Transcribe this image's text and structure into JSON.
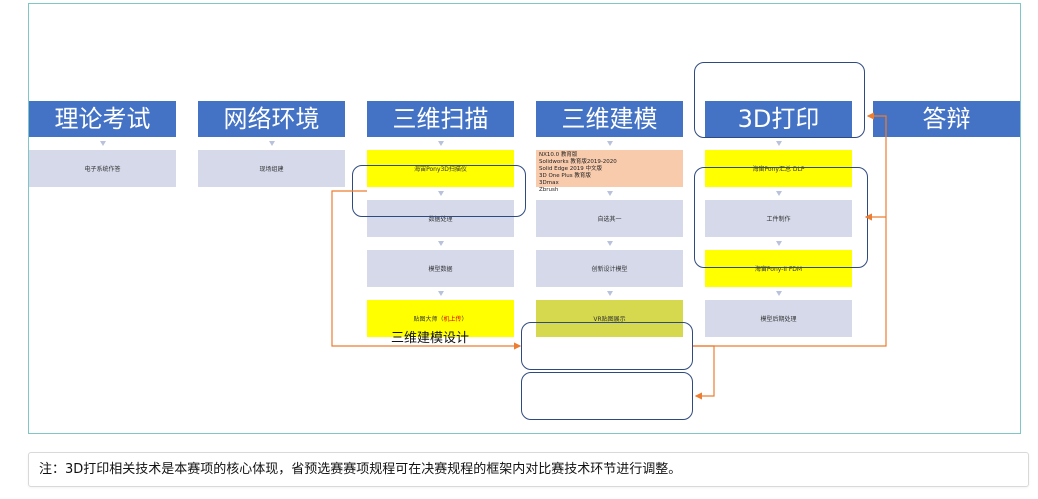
{
  "columns": [
    {
      "title": "理论考试",
      "items": [
        "电子系统作答"
      ]
    },
    {
      "title": "网络环境",
      "items": [
        "现场组建"
      ]
    },
    {
      "title": "三维扫描",
      "items": [
        "海宙Pony3D扫描仪",
        "数据处理",
        "模型数据",
        "贴图大师（机上传）"
      ]
    },
    {
      "title": "三维建模",
      "items": [
        "",
        "自选其一",
        "创新设计模型",
        "VR贴图展示"
      ],
      "software": [
        "NX10.0 教育版",
        "Solidworks 教育版2019-2020",
        "Solid Edge 2019 中文版",
        "3D One Plus 教育版",
        "3Dmax",
        "Zbrush"
      ]
    },
    {
      "title": "3D打印",
      "items": [
        "海宙Pony汇总 DLP",
        "工件制作",
        "海宙Pony-II FDM",
        "模型后期处理"
      ]
    },
    {
      "title": "答辩",
      "items": []
    }
  ],
  "scan_last_item_main": "贴图大师（",
  "scan_last_item_red": "机上传",
  "scan_last_item_end": "）",
  "overlay_label": "三维建模设计",
  "note": "注：3D打印相关技术是本赛项的核心体现，省预选赛赛项规程可在决赛规程的框架内对比赛技术环节进行调整。",
  "colors": {
    "header": "#4472c4",
    "box": "#d5d9ea",
    "highlight": "#ffff00",
    "connector": "#ed7d31",
    "outline": "#2f4a80"
  }
}
